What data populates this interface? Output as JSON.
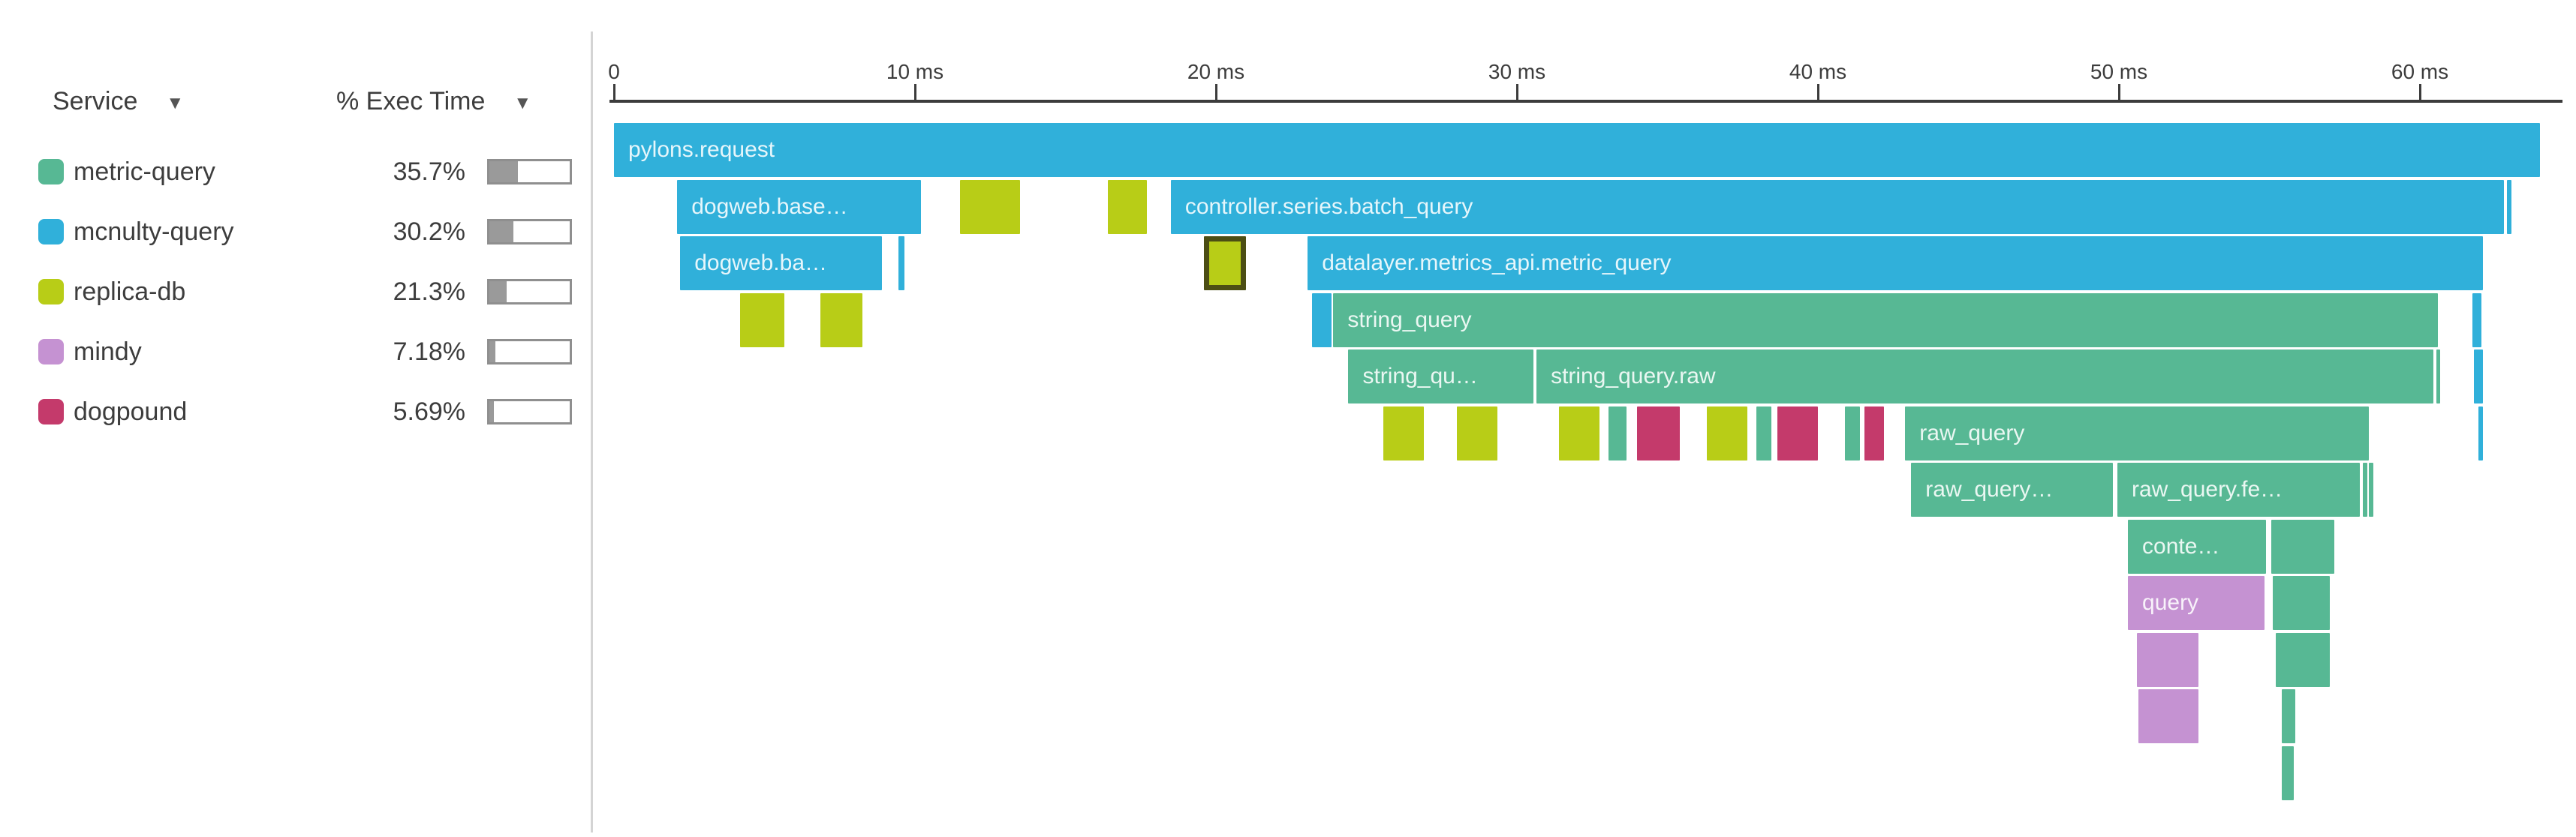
{
  "sidebar": {
    "header": {
      "service_label": "Service",
      "exec_time_label": "% Exec Time",
      "sort_caret": "▼"
    },
    "services": [
      {
        "name": "metric-query",
        "color": "#57b894",
        "exec_time_label": "35.7%",
        "exec_time_pct": 35.7
      },
      {
        "name": "mcnulty-query",
        "color": "#30b0da",
        "exec_time_label": "30.2%",
        "exec_time_pct": 30.2
      },
      {
        "name": "replica-db",
        "color": "#b8cd17",
        "exec_time_label": "21.3%",
        "exec_time_pct": 21.3
      },
      {
        "name": "mindy",
        "color": "#c592d2",
        "exec_time_label": "7.18%",
        "exec_time_pct": 7.18
      },
      {
        "name": "dogpound",
        "color": "#c43a6b",
        "exec_time_label": "5.69%",
        "exec_time_pct": 5.69
      }
    ]
  },
  "timeline": {
    "unit": "ms",
    "selection_border_color": "#4c4e14",
    "axis_ticks": [
      {
        "label": "0",
        "ms": 0
      },
      {
        "label": "10 ms",
        "ms": 10
      },
      {
        "label": "20 ms",
        "ms": 20
      },
      {
        "label": "30 ms",
        "ms": 30
      },
      {
        "label": "40 ms",
        "ms": 40
      },
      {
        "label": "50 ms",
        "ms": 50
      },
      {
        "label": "60 ms",
        "ms": 60
      }
    ],
    "spans": [
      {
        "row": 0,
        "service": "mcnulty-query",
        "start_ms": 0,
        "end_ms": 64.0,
        "label": "pylons.request"
      },
      {
        "row": 1,
        "service": "mcnulty-query",
        "start_ms": 2.1,
        "end_ms": 10.2,
        "label": "dogweb.base…"
      },
      {
        "row": 1,
        "service": "replica-db",
        "start_ms": 11.5,
        "end_ms": 13.5
      },
      {
        "row": 1,
        "service": "replica-db",
        "start_ms": 16.4,
        "end_ms": 17.7
      },
      {
        "row": 1,
        "service": "mcnulty-query",
        "start_ms": 18.5,
        "end_ms": 62.8,
        "label": "controller.series.batch_query"
      },
      {
        "row": 1,
        "service": "mcnulty-query",
        "start_ms": 62.9,
        "end_ms": 63.05
      },
      {
        "row": 2,
        "service": "mcnulty-query",
        "start_ms": 2.2,
        "end_ms": 8.9,
        "label": "dogweb.ba…"
      },
      {
        "row": 2,
        "service": "mcnulty-query",
        "start_ms": 9.45,
        "end_ms": 9.65
      },
      {
        "row": 2,
        "service": "replica-db",
        "start_ms": 19.6,
        "end_ms": 21.0,
        "selected": true
      },
      {
        "row": 2,
        "service": "mcnulty-query",
        "start_ms": 23.05,
        "end_ms": 62.1,
        "label": "datalayer.metrics_api.metric_query"
      },
      {
        "row": 3,
        "service": "replica-db",
        "start_ms": 4.2,
        "end_ms": 5.65
      },
      {
        "row": 3,
        "service": "replica-db",
        "start_ms": 6.85,
        "end_ms": 8.25
      },
      {
        "row": 3,
        "service": "mcnulty-query",
        "start_ms": 23.2,
        "end_ms": 23.85
      },
      {
        "row": 3,
        "service": "metric-query",
        "start_ms": 23.9,
        "end_ms": 60.6,
        "label": "string_query"
      },
      {
        "row": 3,
        "service": "mcnulty-query",
        "start_ms": 61.75,
        "end_ms": 62.05
      },
      {
        "row": 4,
        "service": "metric-query",
        "start_ms": 24.4,
        "end_ms": 30.55,
        "label": "string_qu…"
      },
      {
        "row": 4,
        "service": "metric-query",
        "start_ms": 30.65,
        "end_ms": 60.45,
        "label": "string_query.raw"
      },
      {
        "row": 4,
        "service": "metric-query",
        "start_ms": 60.55,
        "end_ms": 60.65
      },
      {
        "row": 4,
        "service": "mcnulty-query",
        "start_ms": 61.8,
        "end_ms": 62.1
      },
      {
        "row": 5,
        "service": "replica-db",
        "start_ms": 25.55,
        "end_ms": 26.9
      },
      {
        "row": 5,
        "service": "replica-db",
        "start_ms": 28.0,
        "end_ms": 29.35
      },
      {
        "row": 5,
        "service": "replica-db",
        "start_ms": 31.4,
        "end_ms": 32.75
      },
      {
        "row": 5,
        "service": "metric-query",
        "start_ms": 33.05,
        "end_ms": 33.65
      },
      {
        "row": 5,
        "service": "dogpound",
        "start_ms": 34.0,
        "end_ms": 35.4
      },
      {
        "row": 5,
        "service": "replica-db",
        "start_ms": 36.3,
        "end_ms": 37.65
      },
      {
        "row": 5,
        "service": "metric-query",
        "start_ms": 37.95,
        "end_ms": 38.45
      },
      {
        "row": 5,
        "service": "dogpound",
        "start_ms": 38.65,
        "end_ms": 40.0
      },
      {
        "row": 5,
        "service": "metric-query",
        "start_ms": 40.9,
        "end_ms": 41.4
      },
      {
        "row": 5,
        "service": "dogpound",
        "start_ms": 41.55,
        "end_ms": 42.2
      },
      {
        "row": 5,
        "service": "metric-query",
        "start_ms": 42.9,
        "end_ms": 58.3,
        "label": "raw_query"
      },
      {
        "row": 5,
        "service": "mcnulty-query",
        "start_ms": 61.95,
        "end_ms": 62.1
      },
      {
        "row": 6,
        "service": "metric-query",
        "start_ms": 43.1,
        "end_ms": 49.8,
        "label": "raw_query…"
      },
      {
        "row": 6,
        "service": "metric-query",
        "start_ms": 49.95,
        "end_ms": 58.0,
        "label": "raw_query.fe…"
      },
      {
        "row": 6,
        "service": "metric-query",
        "start_ms": 58.1,
        "end_ms": 58.25
      },
      {
        "row": 6,
        "service": "metric-query",
        "start_ms": 58.3,
        "end_ms": 58.45
      },
      {
        "row": 7,
        "service": "metric-query",
        "start_ms": 50.3,
        "end_ms": 54.9,
        "label": "conte…"
      },
      {
        "row": 7,
        "service": "metric-query",
        "start_ms": 55.05,
        "end_ms": 57.15
      },
      {
        "row": 8,
        "service": "mindy",
        "start_ms": 50.3,
        "end_ms": 54.85,
        "label": "query"
      },
      {
        "row": 8,
        "service": "metric-query",
        "start_ms": 55.1,
        "end_ms": 57.0
      },
      {
        "row": 9,
        "service": "mindy",
        "start_ms": 50.6,
        "end_ms": 52.65
      },
      {
        "row": 9,
        "service": "metric-query",
        "start_ms": 55.2,
        "end_ms": 57.0
      },
      {
        "row": 10,
        "service": "mindy",
        "start_ms": 50.65,
        "end_ms": 52.65
      },
      {
        "row": 10,
        "service": "metric-query",
        "start_ms": 55.4,
        "end_ms": 55.85
      },
      {
        "row": 11,
        "service": "metric-query",
        "start_ms": 55.4,
        "end_ms": 55.8
      }
    ]
  }
}
